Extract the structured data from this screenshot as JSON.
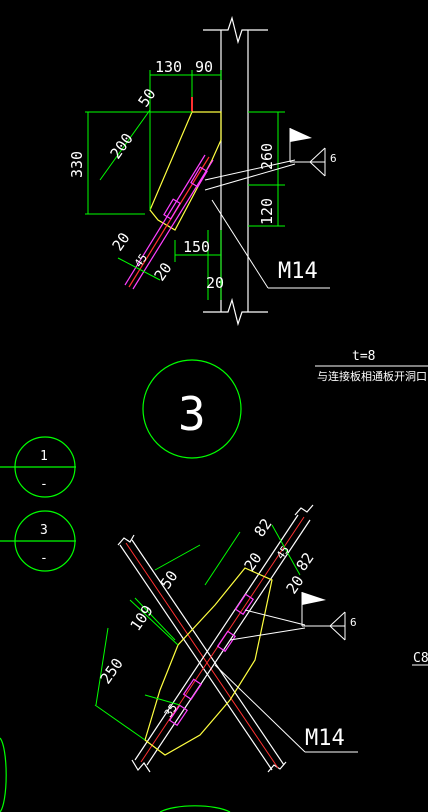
{
  "detail_top": {
    "dims": {
      "d130": "130",
      "d90": "90",
      "d50": "50",
      "d200": "200",
      "d330": "330",
      "d260": "260",
      "d120": "120",
      "d150": "150",
      "d20_bottom": "20",
      "d20_a": "20",
      "d45": "45",
      "d20_b": "20"
    },
    "bolt_label": "M14",
    "weld_symbol": "6"
  },
  "plate_note": {
    "thickness": "t=8",
    "note": "与连接板相通板开洞口"
  },
  "section_3_label": "3",
  "marker_1": {
    "top": "1",
    "bottom": "-"
  },
  "marker_3": {
    "top": "3",
    "bottom": "-"
  },
  "detail_bottom": {
    "dims": {
      "d82_a": "82",
      "d45": "45",
      "d82_b": "82",
      "d20_a": "20",
      "d20_b": "20",
      "d50": "50",
      "d109": "109",
      "d250": "250",
      "d35": "35"
    },
    "bolt_label": "M14",
    "weld_symbol": "6"
  },
  "edge_label": "C8"
}
